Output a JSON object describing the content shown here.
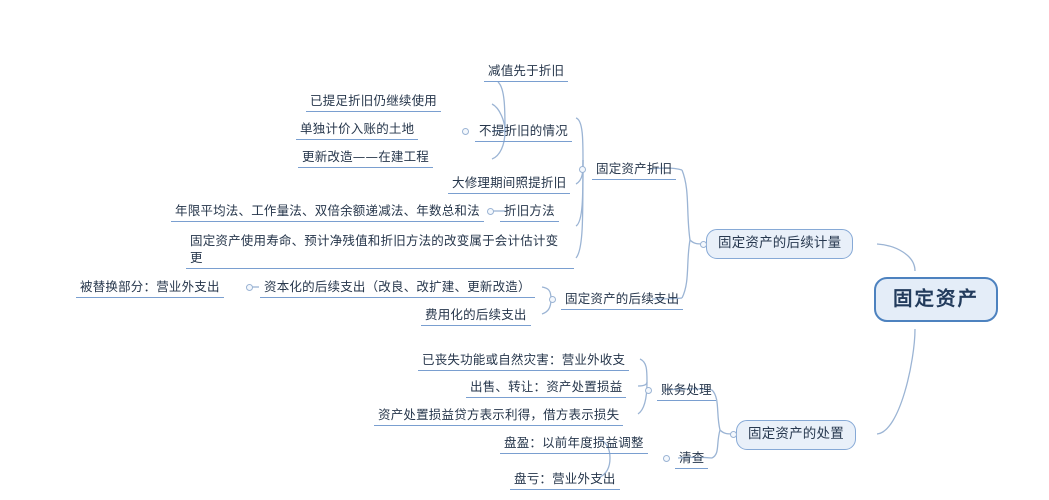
{
  "diagram": {
    "title_text": "固定资产",
    "type": "mind-map",
    "colors": {
      "node_border": "#86a9d6",
      "node_fill": "#e9f0f9",
      "root_border": "#4d82bf",
      "root_fill": "#e4edf8",
      "connector": "#9bb4d4",
      "underline": "#7a9fd0",
      "text": "#27384f",
      "background": "#ffffff"
    },
    "root": {
      "label": "固定资产"
    },
    "level2": [
      {
        "label": "固定资产的后续计量"
      },
      {
        "label": "固定资产的处置"
      }
    ],
    "level3": [
      {
        "label": "固定资产折旧"
      },
      {
        "label": "固定资产的后续支出"
      },
      {
        "label": "账务处理"
      },
      {
        "label": "清查"
      }
    ],
    "level4": [
      {
        "label": "不提折旧的情况"
      },
      {
        "label": "折旧方法"
      },
      {
        "label": "资本化的后续支出（改良、改扩建、更新改造）"
      }
    ],
    "leaves": [
      {
        "label": "减值先于折旧"
      },
      {
        "label": "已提足折旧仍继续使用"
      },
      {
        "label": "单独计价入账的土地"
      },
      {
        "label": "更新改造——在建工程"
      },
      {
        "label": "大修理期间照提折旧"
      },
      {
        "label": "年限平均法、工作量法、双倍余额递减法、年数总和法"
      },
      {
        "label": "固定资产使用寿命、预计净残值和折旧方法的改变属于会计估计变更"
      },
      {
        "label": "被替换部分：营业外支出"
      },
      {
        "label": "费用化的后续支出"
      },
      {
        "label": "已丧失功能或自然灾害：营业外收支"
      },
      {
        "label": "出售、转让：资产处置损益"
      },
      {
        "label": "资产处置损益贷方表示利得，借方表示损失"
      },
      {
        "label": "盘盈：以前年度损益调整"
      },
      {
        "label": "盘亏：营业外支出"
      }
    ]
  }
}
